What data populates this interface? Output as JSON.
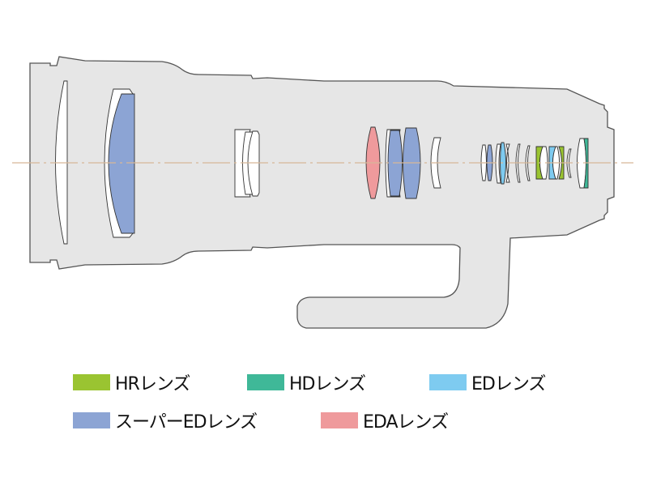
{
  "legend": [
    {
      "label": "HRレンズ",
      "color": "#9ac431"
    },
    {
      "label": "HDレンズ",
      "color": "#3fb898"
    },
    {
      "label": "EDレンズ",
      "color": "#7ecbf0"
    },
    {
      "label": "スーパーEDレンズ",
      "color": "#8ca4d4"
    },
    {
      "label": "EDAレンズ",
      "color": "#ef9a9c"
    }
  ],
  "colors": {
    "body": "#e6e6e6",
    "outline": "#555555",
    "axis": "#d7b898",
    "plain_glass": "#ffffff"
  }
}
